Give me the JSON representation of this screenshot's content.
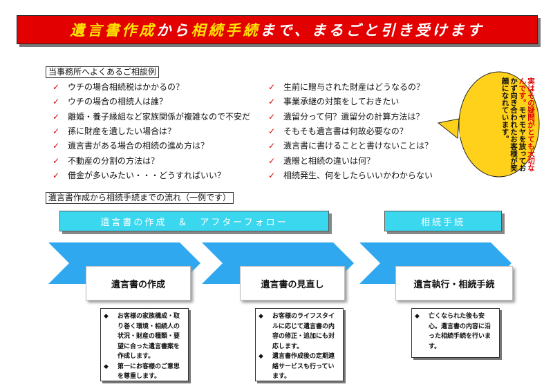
{
  "banner": {
    "part1": "遺言書作成",
    "part2": "から",
    "part3": "相続手続",
    "part4": "まで、まるごと引き受けます"
  },
  "consult_label": "当事務所へよくあるご相談例",
  "left_questions": [
    "ウチの場合相続税はかかるの？",
    "ウチの場合の相続人は誰？",
    "離婚・養子縁組など家族関係が複雑なので不安だ",
    "孫に財産を遺したい場合は？",
    "遺言書がある場合の相続の進め方は？",
    "不動産の分割の方法は？",
    "借金が多いみたい・・・どうすればいい？"
  ],
  "right_questions": [
    "生前に贈与された財産はどうなるの？",
    "事業承継の対策をしておきたい",
    "遺留分って何？遺留分の計算方法は？",
    "そもそも遺言書は何故必要なの？",
    "遺言書に書けることと書けないことは？",
    "遺贈と相続の違いは何？",
    "相続発生、何をしたらいいかわからない"
  ],
  "bubble": {
    "red": "実はその疑問がとても大切なんです。",
    "black": "モヤモヤを放っておかず向き合われたお客様が笑顔になれています。"
  },
  "flow_label": "遺言書作成から相続手続までの流れ（一例です）",
  "phases": {
    "phase1": "遺言書の作成　＆　アフターフォロー",
    "phase2": "相続手続"
  },
  "steps": {
    "s1": "遺言書の作成",
    "s2": "遺言書の見直し",
    "s3": "遺言執行・相続手続"
  },
  "bullet": "◆",
  "desc1": [
    "お客様の家族構成・取り巻く環境・相続人の状況・財産の種類・要望に合った遺言書案を作成します。",
    "第一にお客様のご意思を尊重します。"
  ],
  "desc2": [
    "お客様のライフスタイルに応じて遺言書の内容の修正・追加にも対応します。",
    "遺言書作成後の定期連絡サービスも行っています。"
  ],
  "desc3": [
    "亡くなられた後も安心。遺言書の内容に沿った相続手続を行います。"
  ],
  "colors": {
    "banner": "#e30000",
    "banner_yellow": "#ffe400",
    "phase": "#3ad7ee",
    "chevron": "#2fa8f0",
    "bubble": "#ffd11a"
  }
}
